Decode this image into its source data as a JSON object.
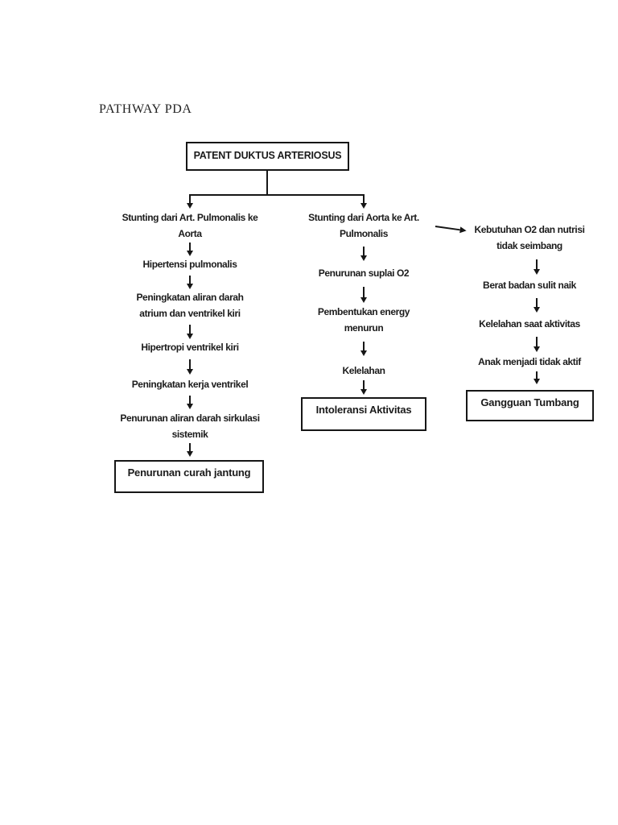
{
  "page": {
    "title": "PATHWAY PDA",
    "background_color": "#ffffff",
    "ink_color": "#161616"
  },
  "root": {
    "label": "PATENT DUKTUS ARTERIOSUS"
  },
  "columns": {
    "left": {
      "nodes": [
        {
          "lines": [
            "Stunting dari Art. Pulmonalis ke",
            "Aorta"
          ]
        },
        {
          "lines": [
            "Hipertensi pulmonalis"
          ]
        },
        {
          "lines": [
            "Peningkatan aliran darah",
            "atrium dan ventrikel kiri"
          ]
        },
        {
          "lines": [
            "Hipertropi ventrikel kiri"
          ]
        },
        {
          "lines": [
            "Peningkatan kerja ventrikel"
          ]
        },
        {
          "lines": [
            "Penurunan aliran darah sirkulasi",
            "sistemik"
          ]
        }
      ],
      "outcome": "Penurunan curah jantung"
    },
    "middle": {
      "nodes": [
        {
          "lines": [
            "Stunting dari Aorta ke Art.",
            "Pulmonalis"
          ]
        },
        {
          "lines": [
            "Penurunan suplai O2"
          ]
        },
        {
          "lines": [
            "Pembentukan energy",
            "menurun"
          ]
        },
        {
          "lines": [
            "Kelelahan"
          ]
        }
      ],
      "outcome": "Intoleransi Aktivitas"
    },
    "right": {
      "nodes": [
        {
          "lines": [
            "Kebutuhan O2 dan nutrisi",
            "tidak seimbang"
          ]
        },
        {
          "lines": [
            "Berat badan sulit naik"
          ]
        },
        {
          "lines": [
            "Kelelahan saat aktivitas"
          ]
        },
        {
          "lines": [
            "Anak menjadi tidak aktif"
          ]
        }
      ],
      "outcome": "Gangguan Tumbang"
    }
  }
}
